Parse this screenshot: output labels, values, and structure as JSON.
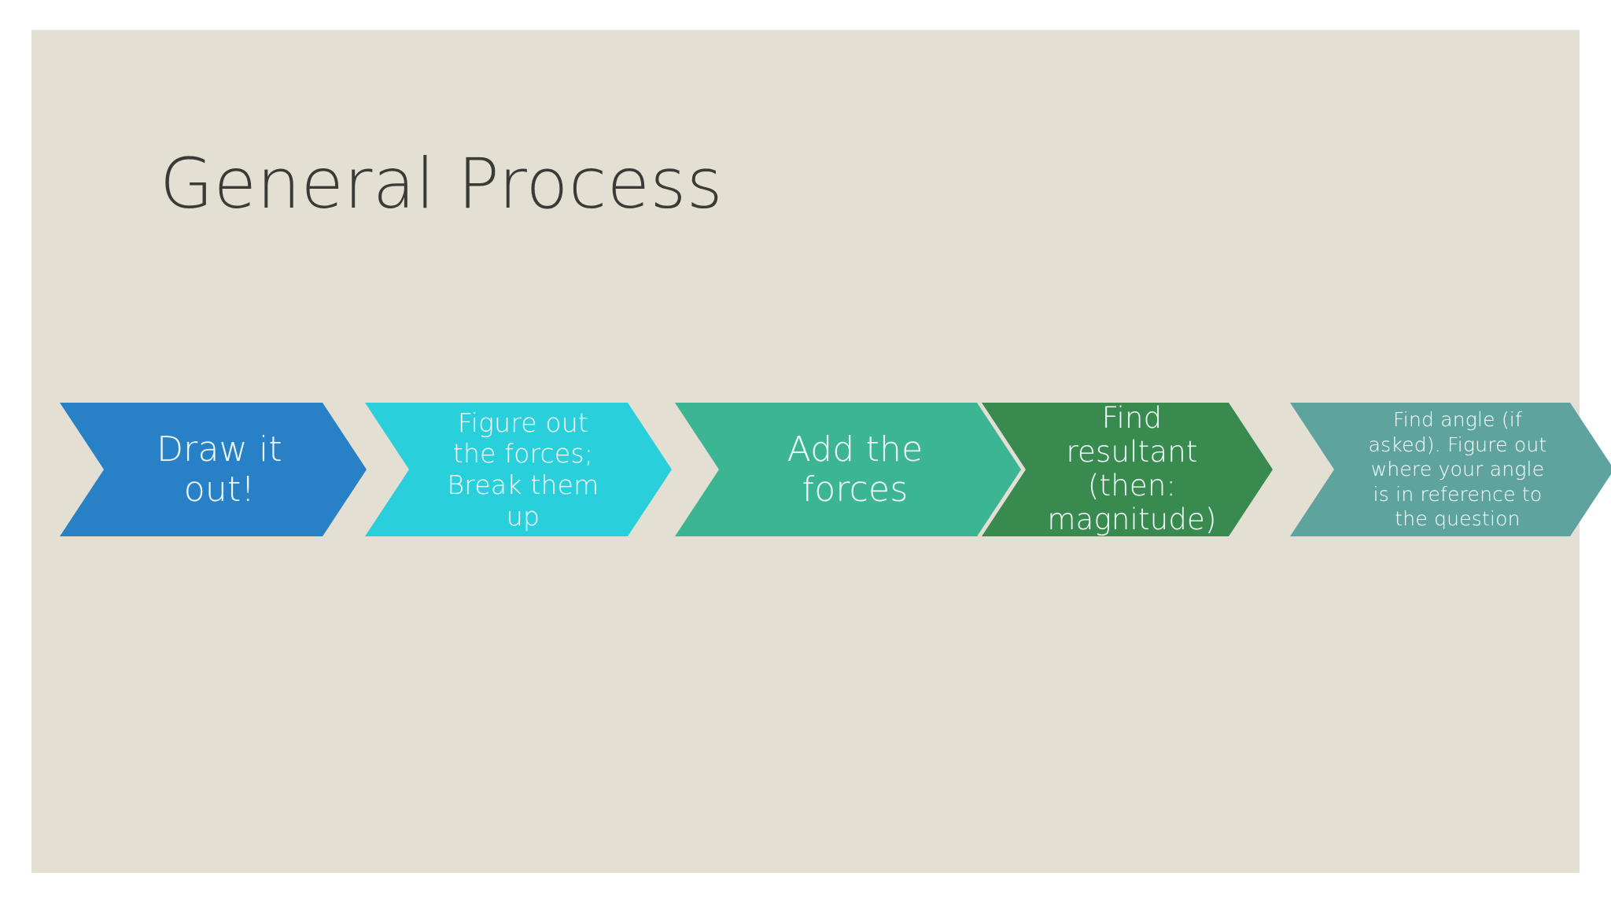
{
  "slide": {
    "title": "General Process",
    "background_color": "#e3dfd2",
    "title_color": "#3b3a36",
    "page_background_color": "#ffffff"
  },
  "process": {
    "name": "general-process-chevron-flow",
    "steps": [
      {
        "index": 1,
        "name": "draw-it-out",
        "text": "Draw it out!",
        "lines": [
          "Draw it",
          "out!"
        ],
        "color": "#2881c6"
      },
      {
        "index": 2,
        "name": "figure-out-forces",
        "text": "Figure out the forces; Break them up",
        "lines": [
          "Figure out",
          "the forces;",
          "Break them",
          "up"
        ],
        "color": "#29cfda"
      },
      {
        "index": 3,
        "name": "add-the-forces",
        "text": "Add the forces",
        "lines": [
          "Add the",
          "forces"
        ],
        "color": "#3cb593"
      },
      {
        "index": 4,
        "name": "find-resultant",
        "text": "Find resultant (then: magnitude)",
        "lines": [
          "Find",
          "resultant",
          "(then:",
          "magnitude)"
        ],
        "color": "#388a4f"
      },
      {
        "index": 5,
        "name": "find-angle",
        "text": "Find angle (if asked). Figure out where your angle is in reference to the question",
        "lines": [
          "Find angle (if",
          "asked). Figure out",
          "where your angle",
          "is in reference to",
          "the question"
        ],
        "color": "#5fa39e"
      }
    ]
  }
}
